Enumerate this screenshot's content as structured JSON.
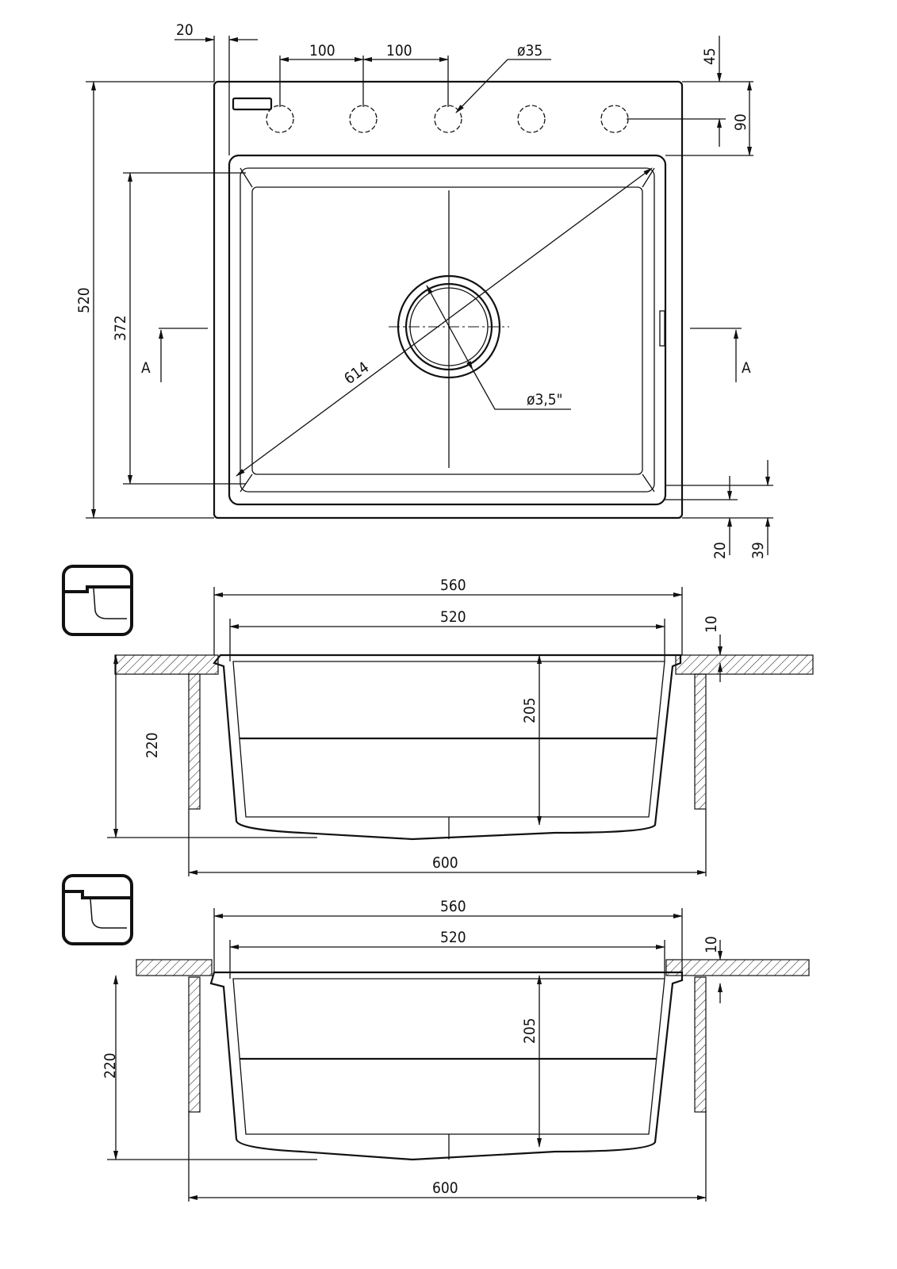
{
  "top_view": {
    "dim_edge": "20",
    "dim_hole_spacing_1": "100",
    "dim_hole_spacing_2": "100",
    "dim_hole_diameter": "ø35",
    "dim_hole_offset": "45",
    "dim_hole_row": "90",
    "dim_total_depth": "520",
    "dim_bowl_depth": "372",
    "section_mark_left": "A",
    "section_mark_right": "A",
    "dim_diagonal": "614",
    "dim_drain": "ø3,5\"",
    "dim_bottom_rim": "20",
    "dim_bottom_bowl": "39"
  },
  "section_1": {
    "dim_outer_width": "560",
    "dim_bowl_width": "520",
    "dim_rim": "10",
    "dim_bowl_height": "205",
    "dim_total_height": "220",
    "dim_cabinet_width": "600"
  },
  "section_2": {
    "dim_outer_width": "560",
    "dim_bowl_width": "520",
    "dim_rim": "10",
    "dim_bowl_height": "205",
    "dim_total_height": "220",
    "dim_cabinet_width": "600"
  }
}
